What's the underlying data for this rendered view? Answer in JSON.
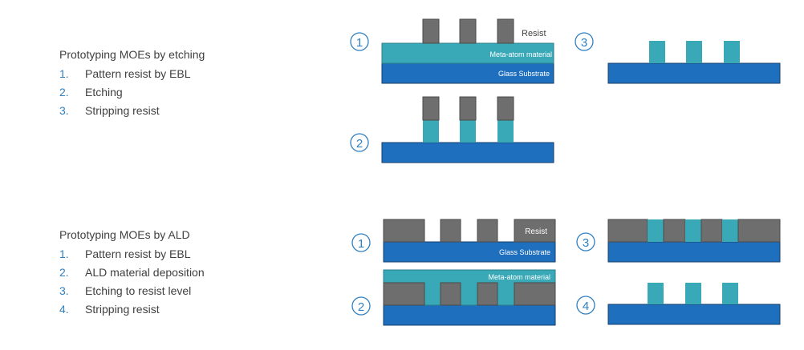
{
  "colors": {
    "glass": "#1f6fbf",
    "glass_stroke": "#163f6b",
    "meta": "#3aa9b7",
    "resist": "#6e6e6e",
    "resist_stroke": "#4a4a4a",
    "circle": "#2f7fc1",
    "text": "#404040",
    "number": "#2f7fc1"
  },
  "etching": {
    "title": "Prototyping MOEs by etching",
    "steps": [
      {
        "num": "1.",
        "text": "Pattern resist by EBL"
      },
      {
        "num": "2.",
        "text": "Etching"
      },
      {
        "num": "3.",
        "text": "Stripping resist"
      }
    ]
  },
  "ald": {
    "title": "Prototyping MOEs by ALD",
    "steps": [
      {
        "num": "1.",
        "text": "Pattern resist by EBL"
      },
      {
        "num": "2.",
        "text": "ALD material deposition"
      },
      {
        "num": "3.",
        "text": "Etching to resist level"
      },
      {
        "num": "4.",
        "text": "Stripping resist"
      }
    ]
  },
  "diagram": {
    "step_markers": {
      "one": "1",
      "two": "2",
      "three": "3",
      "four": "4"
    },
    "labels": {
      "resist": "Resist",
      "meta_atom_material": "Meta-atom material",
      "glass_substrate": "Glass Substrate"
    }
  }
}
